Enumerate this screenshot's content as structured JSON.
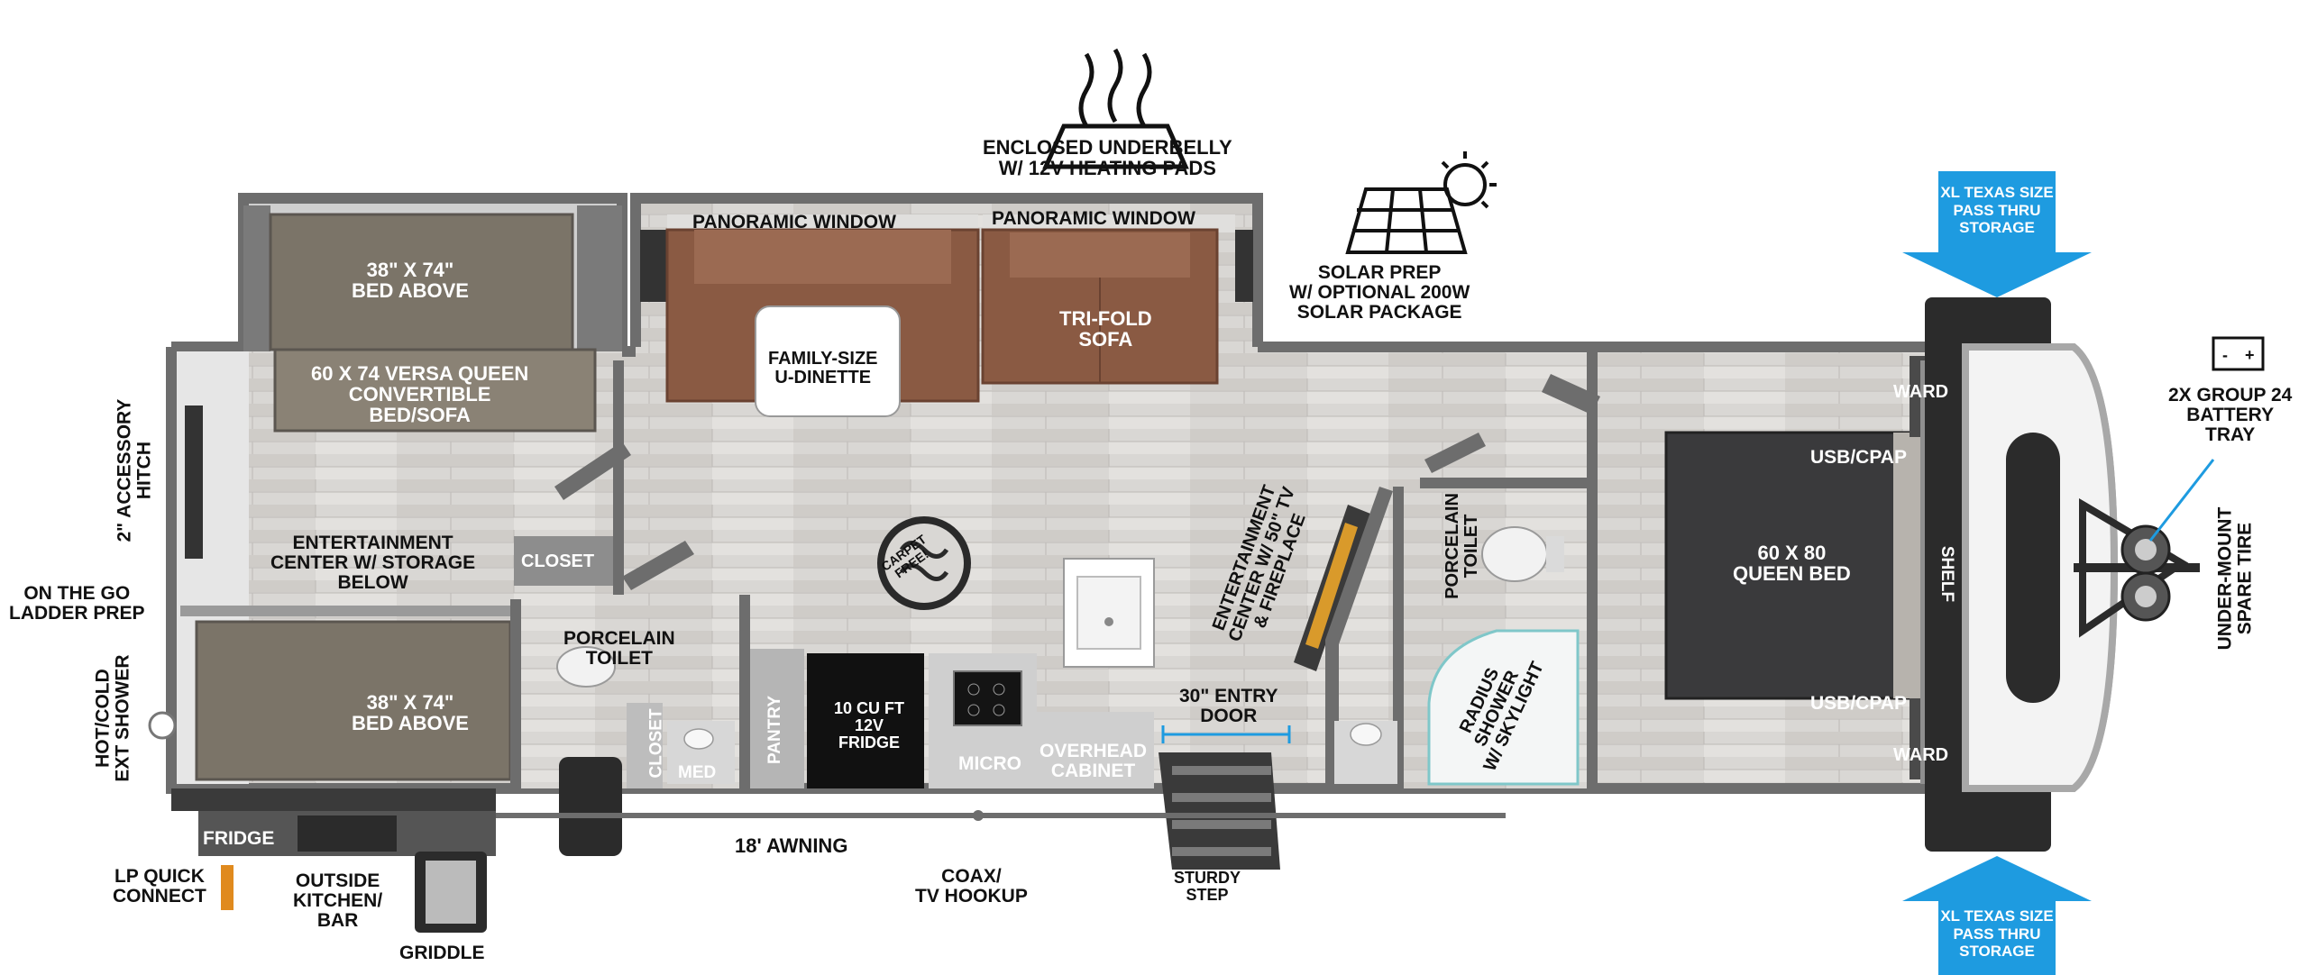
{
  "colors": {
    "wall": "#6d6d6d",
    "floor": "#d8d6d3",
    "bunk_mattress": "#7b7468",
    "sofa": "#8a5a43",
    "bedroom_bed": "#3a3a3c",
    "callout_blue": "#1e9be0",
    "outline": "#111111"
  },
  "features": {
    "underbelly": [
      "ENCLOSED UNDERBELLY",
      "W/ 12V HEATING PADS"
    ],
    "solar": [
      "SOLAR PREP",
      "W/ OPTIONAL 200W",
      "SOLAR PACKAGE"
    ],
    "battery": [
      "2X GROUP 24",
      "BATTERY",
      "TRAY"
    ],
    "spare_tire": [
      "UNDER-MOUNT",
      "SPARE TIRE"
    ],
    "hitch": [
      "2\" ACCESSORY",
      "HITCH"
    ],
    "ladder": [
      "ON THE GO",
      "LADDER PREP"
    ],
    "shower_ext": [
      "HOT/COLD",
      "EXT SHOWER"
    ],
    "lp": [
      "LP QUICK",
      "CONNECT"
    ],
    "outside_kitchen": [
      "OUTSIDE",
      "KITCHEN/",
      "BAR"
    ],
    "griddle": "GRIDDLE",
    "awning": "18' AWNING",
    "coax": [
      "COAX/",
      "TV HOOKUP"
    ],
    "sturdy_step": [
      "STURDY",
      "STEP"
    ],
    "storage_top": [
      "XL TEXAS SIZE",
      "PASS THRU",
      "STORAGE"
    ],
    "storage_bottom": [
      "XL TEXAS SIZE",
      "PASS THRU",
      "STORAGE"
    ],
    "carpet_free": [
      "CARPET",
      "FREE!"
    ]
  },
  "rooms": {
    "bed_above_top": [
      "38\" X 74\"",
      "BED ABOVE"
    ],
    "versa_queen": [
      "60 X 74 VERSA QUEEN",
      "CONVERTIBLE",
      "BED/SOFA"
    ],
    "entertainment_left": [
      "ENTERTAINMENT",
      "CENTER W/ STORAGE",
      "BELOW"
    ],
    "closet_left": "CLOSET",
    "bed_above_bottom": [
      "38\" X 74\"",
      "BED ABOVE"
    ],
    "porcelain_toilet_left": [
      "PORCELAIN",
      "TOILET"
    ],
    "closet_bath": "CLOSET",
    "med": "MED",
    "pantry": "PANTRY",
    "fridge": [
      "10 CU FT",
      "12V",
      "FRIDGE"
    ],
    "micro": "MICRO",
    "overhead": [
      "OVERHEAD",
      "CABINET"
    ],
    "fridge_outside": "FRIDGE",
    "panoramic_1": "PANORAMIC WINDOW",
    "panoramic_2": "PANORAMIC WINDOW",
    "dinette": [
      "FAMILY-SIZE",
      "U-DINETTE"
    ],
    "sofa": [
      "TRI-FOLD",
      "SOFA"
    ],
    "entertainment_tv": [
      "ENTERTAINMENT",
      "CENTER W/ 50\" TV",
      "& FIREPLACE"
    ],
    "entry_door": [
      "30\" ENTRY",
      "DOOR"
    ],
    "porcelain_toilet_right": [
      "PORCELAIN",
      "TOILET"
    ],
    "radius_shower": [
      "RADIUS",
      "SHOWER",
      "W/ SKYLIGHT"
    ],
    "queen_bed": [
      "60 X  80",
      "QUEEN BED"
    ],
    "usb_top": "USB/CPAP",
    "usb_bottom": "USB/CPAP",
    "ward_top": "WARD",
    "ward_bottom": "WARD",
    "shelf": "SHELF"
  }
}
